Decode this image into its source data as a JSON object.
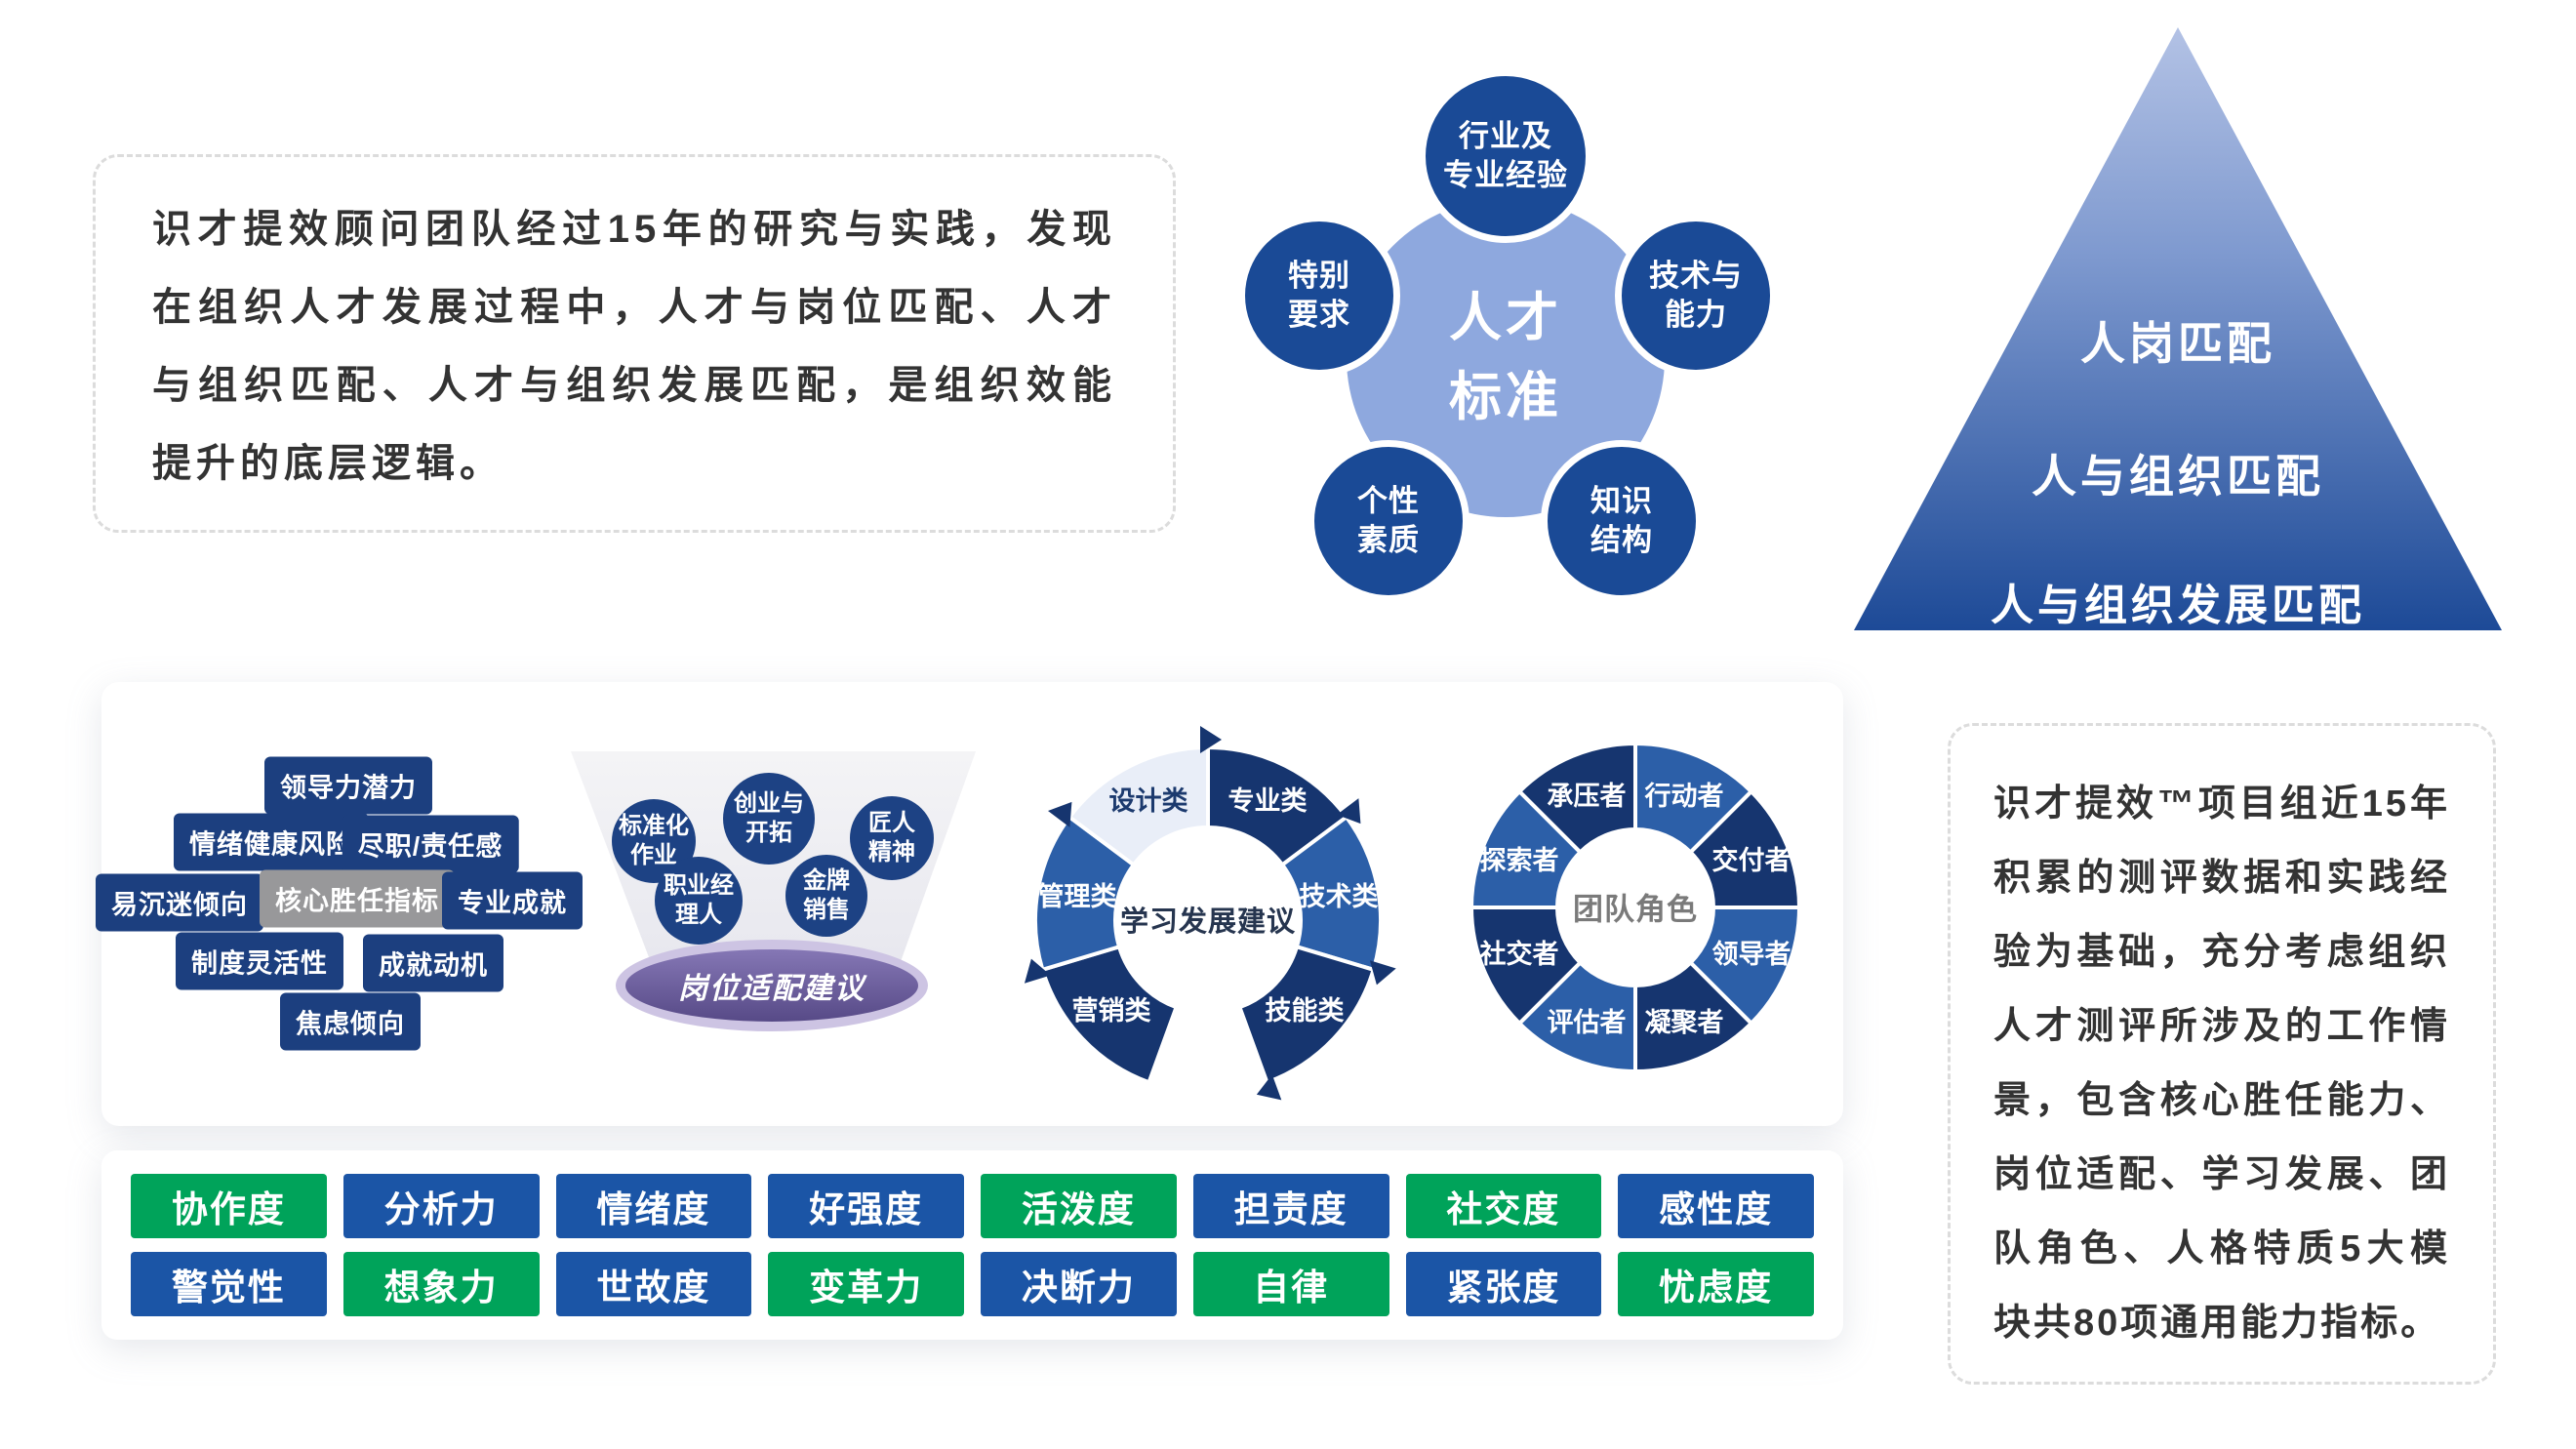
{
  "intro_box": {
    "text": "识才提效顾问团队经过15年的研究与实践，发现在组织人才发展过程中，人才与岗位匹配、人才与组织匹配、人才与组织发展匹配，是组织效能提升的底层逻辑。"
  },
  "talent_standard": {
    "center_lines": [
      "人才",
      "标准"
    ],
    "satellites": [
      {
        "lines": [
          "行业及",
          "专业经验"
        ]
      },
      {
        "lines": [
          "特别",
          "要求"
        ]
      },
      {
        "lines": [
          "技术与",
          "能力"
        ]
      },
      {
        "lines": [
          "个性",
          "素质"
        ]
      },
      {
        "lines": [
          "知识",
          "结构"
        ]
      }
    ]
  },
  "pyramid": {
    "levels": [
      "人岗匹配",
      "人与组织匹配",
      "人与组织发展匹配"
    ]
  },
  "competency": {
    "center": "核心胜任指标",
    "items": [
      "领导力潜力",
      "情绪健康风险",
      "尽职/责任感",
      "易沉迷倾向",
      "专业成就",
      "制度灵活性",
      "成就动机",
      "焦虑倾向"
    ]
  },
  "position_fit": {
    "bubbles": [
      {
        "lines": [
          "标准化",
          "作业"
        ]
      },
      {
        "lines": [
          "创业与",
          "开拓"
        ]
      },
      {
        "lines": [
          "匠人",
          "精神"
        ]
      },
      {
        "lines": [
          "职业经",
          "理人"
        ]
      },
      {
        "lines": [
          "金牌",
          "销售"
        ]
      }
    ],
    "stage_label": "岗位适配建议"
  },
  "learning": {
    "center": "学习发展建议",
    "segments": [
      "设计类",
      "专业类",
      "管理类",
      "技术类",
      "营销类",
      "技能类"
    ]
  },
  "team_roles": {
    "center": "团队角色",
    "segments": [
      "承压者",
      "行动者",
      "交付者",
      "领导者",
      "凝聚者",
      "评估者",
      "社交者",
      "探索者"
    ]
  },
  "indicators": {
    "rows": [
      [
        {
          "label": "协作度",
          "color": "green"
        },
        {
          "label": "分析力",
          "color": "blue"
        },
        {
          "label": "情绪度",
          "color": "blue"
        },
        {
          "label": "好强度",
          "color": "blue"
        },
        {
          "label": "活泼度",
          "color": "green"
        },
        {
          "label": "担责度",
          "color": "blue"
        },
        {
          "label": "社交度",
          "color": "green"
        },
        {
          "label": "感性度",
          "color": "blue"
        }
      ],
      [
        {
          "label": "警觉性",
          "color": "blue"
        },
        {
          "label": "想象力",
          "color": "green"
        },
        {
          "label": "世故度",
          "color": "blue"
        },
        {
          "label": "变革力",
          "color": "green"
        },
        {
          "label": "决断力",
          "color": "blue"
        },
        {
          "label": "自律",
          "color": "green"
        },
        {
          "label": "紧张度",
          "color": "blue"
        },
        {
          "label": "忧虑度",
          "color": "green"
        }
      ]
    ]
  },
  "summary_box": {
    "text": "识才提效™项目组近15年积累的测评数据和实践经验为基础，充分考虑组织人才测评所涉及的工作情景，包含核心胜任能力、岗位适配、学习发展、团队角色、人格特质5大模块共80项通用能力指标。"
  },
  "colors": {
    "navy": "#16356f",
    "mid_blue": "#2c5fa8",
    "chip_blue": "#1b55a6",
    "green": "#00a35a",
    "light_blue": "#8ea8de",
    "satellite_blue": "#1a4a96",
    "gray": "#98989a",
    "purple": "#574a87"
  }
}
